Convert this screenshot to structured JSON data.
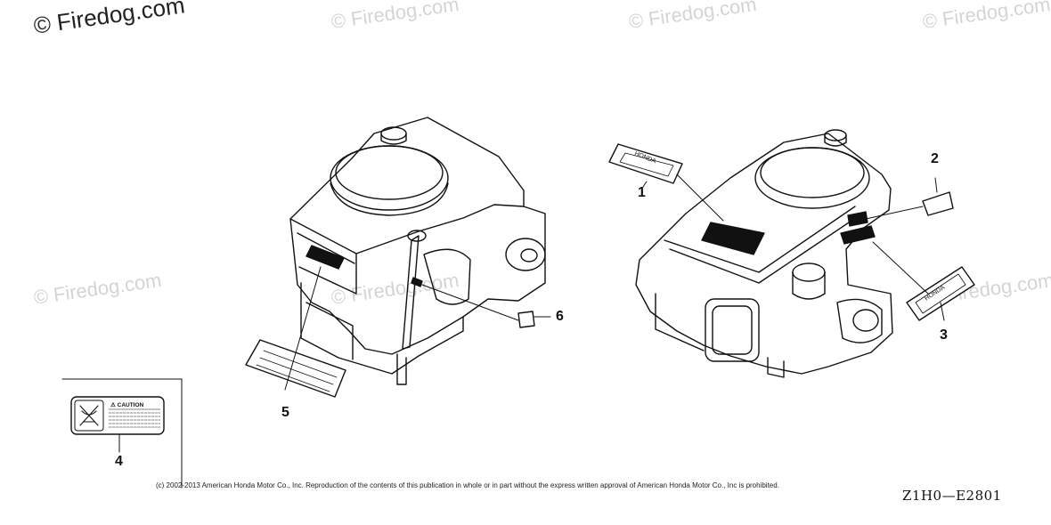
{
  "watermarks": {
    "top_left": "© Firedog.com",
    "top_center_left": "© Firedog.com",
    "top_center_right": "© Firedog.com",
    "top_right": "© Firedog.com",
    "middle_left": "© Firedog.com",
    "middle_center": "© Firedog.com",
    "middle_right": "© Firedog.com"
  },
  "callouts": {
    "c1": "1",
    "c2": "2",
    "c3": "3",
    "c4": "4",
    "c5": "5",
    "c6": "6"
  },
  "labels": {
    "honda_decal_left": "HONDA",
    "honda_decal_right": "HONDA",
    "caution_title": "⚠ CAUTION"
  },
  "footer": {
    "copyright": "(c) 2002-2013 American Honda Motor Co., Inc. Reproduction of the contents of this publication in whole or in part without the express written approval of American Honda Motor Co., Inc is prohibited.",
    "drawing_code": "Z1H0—E2801"
  }
}
